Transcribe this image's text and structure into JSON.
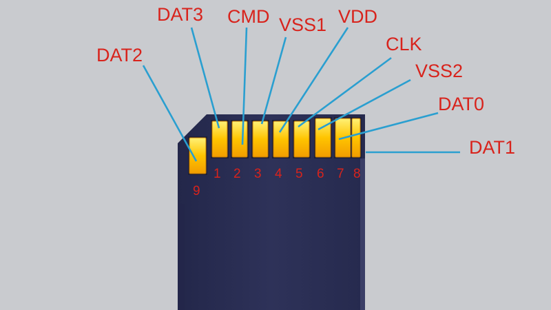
{
  "diagram": {
    "pins": [
      {
        "number": "1",
        "name": "DAT3"
      },
      {
        "number": "2",
        "name": "CMD"
      },
      {
        "number": "3",
        "name": "VSS1"
      },
      {
        "number": "4",
        "name": "VDD"
      },
      {
        "number": "5",
        "name": "CLK"
      },
      {
        "number": "6",
        "name": "VSS2"
      },
      {
        "number": "7",
        "name": "DAT0"
      },
      {
        "number": "8",
        "name": "DAT1"
      },
      {
        "number": "9",
        "name": "DAT2"
      }
    ],
    "colors": {
      "background": "#c9cbcf",
      "card": "#2b2f55",
      "contact": "#f5b800",
      "label": "#d8231c",
      "leader": "#2a9fd0"
    }
  }
}
